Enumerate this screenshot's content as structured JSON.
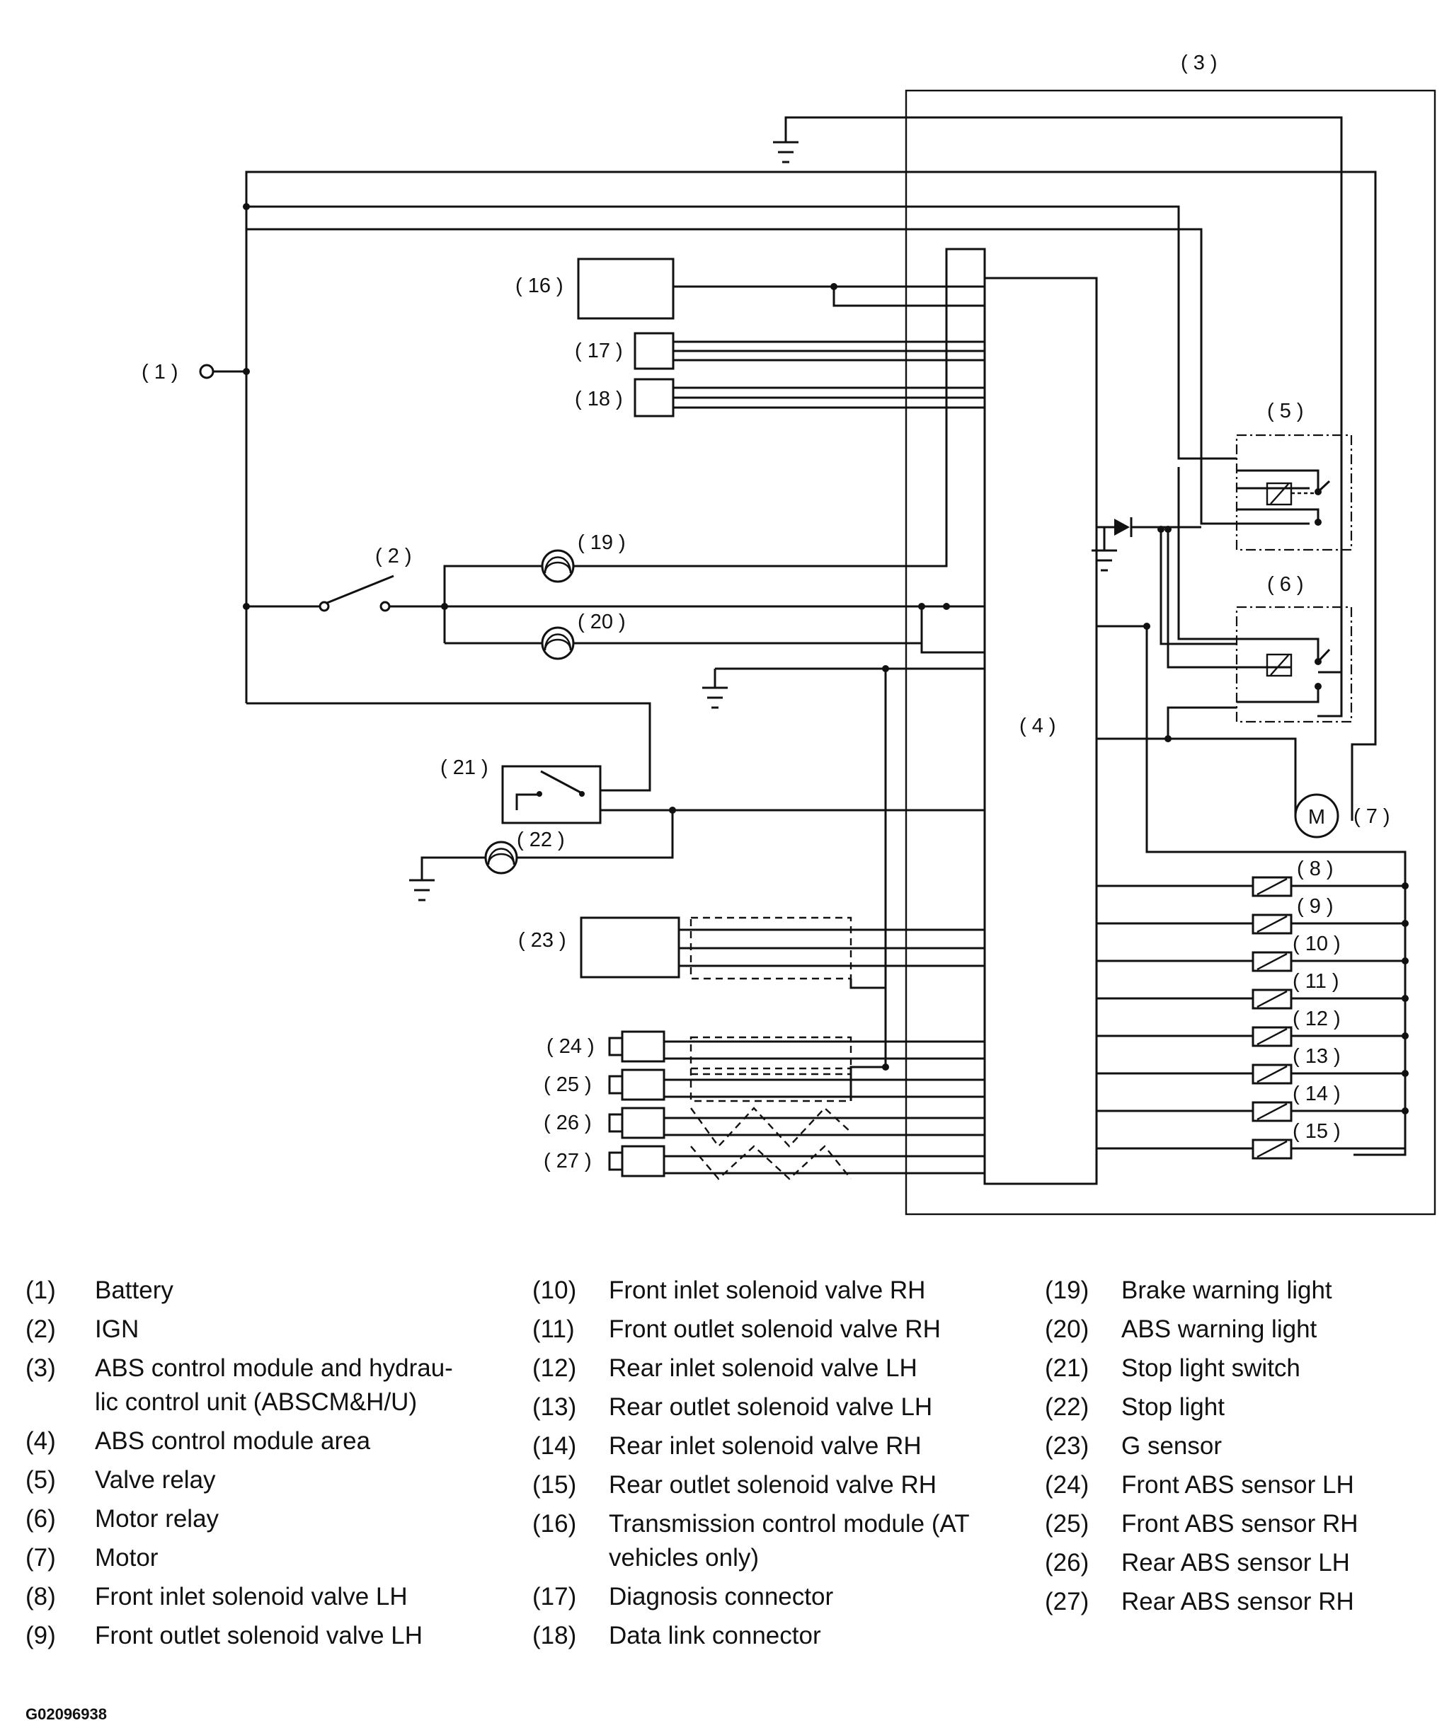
{
  "diagram_labels": {
    "n1": "( 1 )",
    "n2": "( 2 )",
    "n3": "( 3 )",
    "n4": "( 4 )",
    "n5": "( 5 )",
    "n6": "( 6 )",
    "n7": "( 7 )",
    "n8": "( 8 )",
    "n9": "( 9 )",
    "n10": "( 10 )",
    "n11": "( 11 )",
    "n12": "( 12 )",
    "n13": "( 13 )",
    "n14": "( 14 )",
    "n15": "( 15 )",
    "n16": "( 16 )",
    "n17": "( 17 )",
    "n18": "( 18 )",
    "n19": "( 19 )",
    "n20": "( 20 )",
    "n21": "( 21 )",
    "n22": "( 22 )",
    "n23": "( 23 )",
    "n24": "( 24 )",
    "n25": "( 25 )",
    "n26": "( 26 )",
    "n27": "( 27 )",
    "motor_symbol": "M"
  },
  "legend": {
    "col1": [
      {
        "num": "(1)",
        "text": "Battery"
      },
      {
        "num": "(2)",
        "text": "IGN"
      },
      {
        "num": "(3)",
        "text": "ABS control module and hydrau-",
        "text2": "lic control unit (ABSCM&H/U)"
      },
      {
        "num": "(4)",
        "text": "ABS control module area"
      },
      {
        "num": "(5)",
        "text": "Valve relay"
      },
      {
        "num": "(6)",
        "text": "Motor relay"
      },
      {
        "num": "(7)",
        "text": "Motor"
      },
      {
        "num": "(8)",
        "text": "Front inlet solenoid valve LH"
      },
      {
        "num": "(9)",
        "text": "Front outlet solenoid valve LH"
      }
    ],
    "col2": [
      {
        "num": "(10)",
        "text": "Front inlet solenoid valve RH"
      },
      {
        "num": "(11)",
        "text": "Front outlet solenoid valve RH"
      },
      {
        "num": "(12)",
        "text": "Rear inlet solenoid valve LH"
      },
      {
        "num": "(13)",
        "text": "Rear outlet solenoid valve LH"
      },
      {
        "num": "(14)",
        "text": "Rear inlet solenoid valve RH"
      },
      {
        "num": "(15)",
        "text": "Rear outlet solenoid valve RH"
      },
      {
        "num": "(16)",
        "text": "Transmission control module (AT",
        "text2": "vehicles only)"
      },
      {
        "num": "(17)",
        "text": "Diagnosis connector"
      },
      {
        "num": "(18)",
        "text": "Data link connector"
      }
    ],
    "col3": [
      {
        "num": "(19)",
        "text": "Brake warning light"
      },
      {
        "num": "(20)",
        "text": "ABS warning light"
      },
      {
        "num": "(21)",
        "text": "Stop light switch"
      },
      {
        "num": "(22)",
        "text": "Stop light"
      },
      {
        "num": "(23)",
        "text": "G sensor"
      },
      {
        "num": "(24)",
        "text": "Front ABS sensor LH"
      },
      {
        "num": "(25)",
        "text": "Front ABS sensor RH"
      },
      {
        "num": "(26)",
        "text": "Rear ABS sensor LH"
      },
      {
        "num": "(27)",
        "text": "Rear ABS sensor RH"
      }
    ]
  },
  "doc_code": "G02096938"
}
